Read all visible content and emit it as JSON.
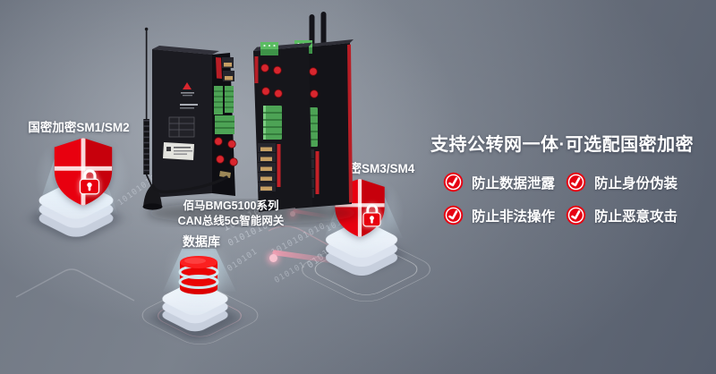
{
  "headline": "支持公转网一体·可选配国密加密",
  "features": [
    {
      "label": "防止数据泄露"
    },
    {
      "label": "防止身份伪装"
    },
    {
      "label": "防止非法操作"
    },
    {
      "label": "防止恶意攻击"
    }
  ],
  "labels": {
    "shield_left": "国密加密SM1/SM2",
    "shield_right": "国密加密SM3/SM4",
    "database": "数据库"
  },
  "device_caption": {
    "line1": "佰马BMG5100系列",
    "line2": "CAN总线5G智能网关"
  },
  "binary_strings": {
    "b10a": "1010101010",
    "b10b": "0101010101",
    "b8": "10101010",
    "b7": "0101010",
    "b6": "010101"
  },
  "colors": {
    "accent_red": "#e60012",
    "shield_red": "#e8000f",
    "platform_light": "#f3f8fc",
    "background_dark": "#565e6d"
  }
}
